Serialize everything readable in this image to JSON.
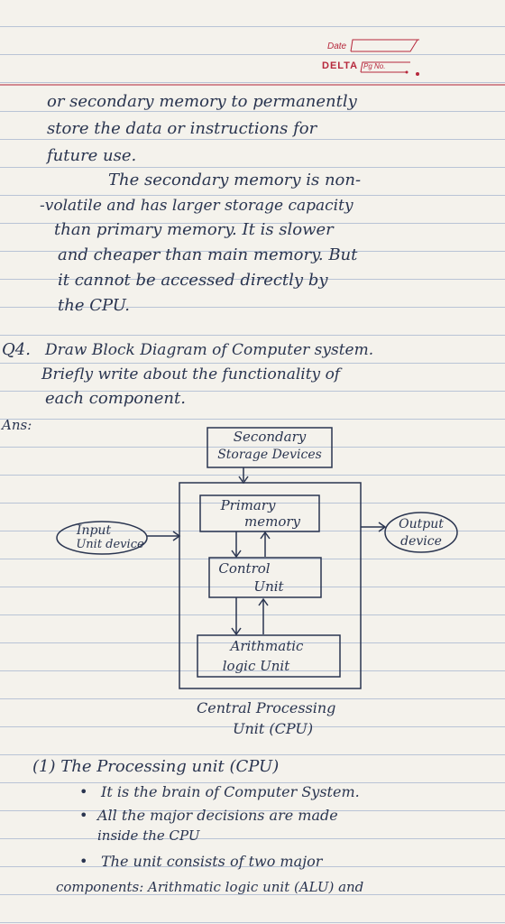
{
  "header": {
    "date_label": "Date",
    "brand": "DELTA",
    "page_label": "Pg No."
  },
  "paragraphs": {
    "p1": [
      "or secondary memory to permanently",
      "store the data or instructions for",
      "future use."
    ],
    "p2": [
      "The secondary memory is non-",
      "-volatile and has larger storage capacity",
      "than primary memory. It is slower",
      "and cheaper than main memory. But",
      "it cannot be accessed directly by",
      "the CPU."
    ]
  },
  "question": {
    "number": "Q4.",
    "lines": [
      "Draw Block Diagram of Computer system.",
      "Briefly write about the functionality of",
      "each component."
    ]
  },
  "answer_label": "Ans:",
  "diagram": {
    "secondary_storage": [
      "Secondary",
      "Storage Devices"
    ],
    "primary_memory": [
      "Primary",
      "memory"
    ],
    "control_unit": [
      "Control",
      "Unit"
    ],
    "alu": [
      "Arithmatic",
      "logic Unit"
    ],
    "input": [
      "Input",
      "Unit device"
    ],
    "output": [
      "Output",
      "device"
    ],
    "cpu_caption": [
      "Central Processing",
      "Unit (CPU)"
    ]
  },
  "section1": {
    "heading": "(1) The Processing unit (CPU)",
    "bullets": [
      "It is the brain of Computer System.",
      "All the major decisions are made",
      "inside the CPU",
      "The unit consists of two major",
      "components: Arithmatic logic unit (ALU) and"
    ]
  }
}
